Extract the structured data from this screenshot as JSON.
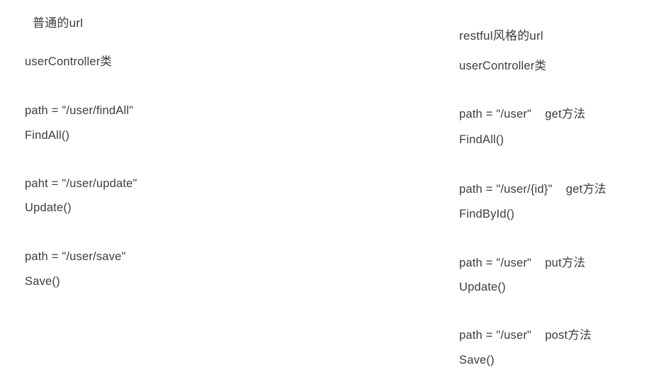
{
  "page": {
    "background": "#ffffff",
    "text_color": "#3d3d3d"
  },
  "left_column": {
    "title": "普通的url",
    "class_name": "userController类",
    "entries": [
      {
        "path": "path = \"/user/findAll\"",
        "method": "FindAll()"
      },
      {
        "path": "paht = \"/user/update\"",
        "method": "Update()"
      },
      {
        "path": "path = \"/user/save\"",
        "method": "Save()"
      }
    ]
  },
  "right_column": {
    "title": "restful风格的url",
    "class_name": "userController类",
    "entries": [
      {
        "path": "path = \"/user\"    get方法",
        "method": "FindAll()"
      },
      {
        "path": "path = \"/user/{id}\"    get方法",
        "method": "FindById()"
      },
      {
        "path": "path = \"/user\"    put方法",
        "method": "Update()"
      },
      {
        "path": "path = \"/user\"    post方法",
        "method": "Save()"
      }
    ]
  }
}
